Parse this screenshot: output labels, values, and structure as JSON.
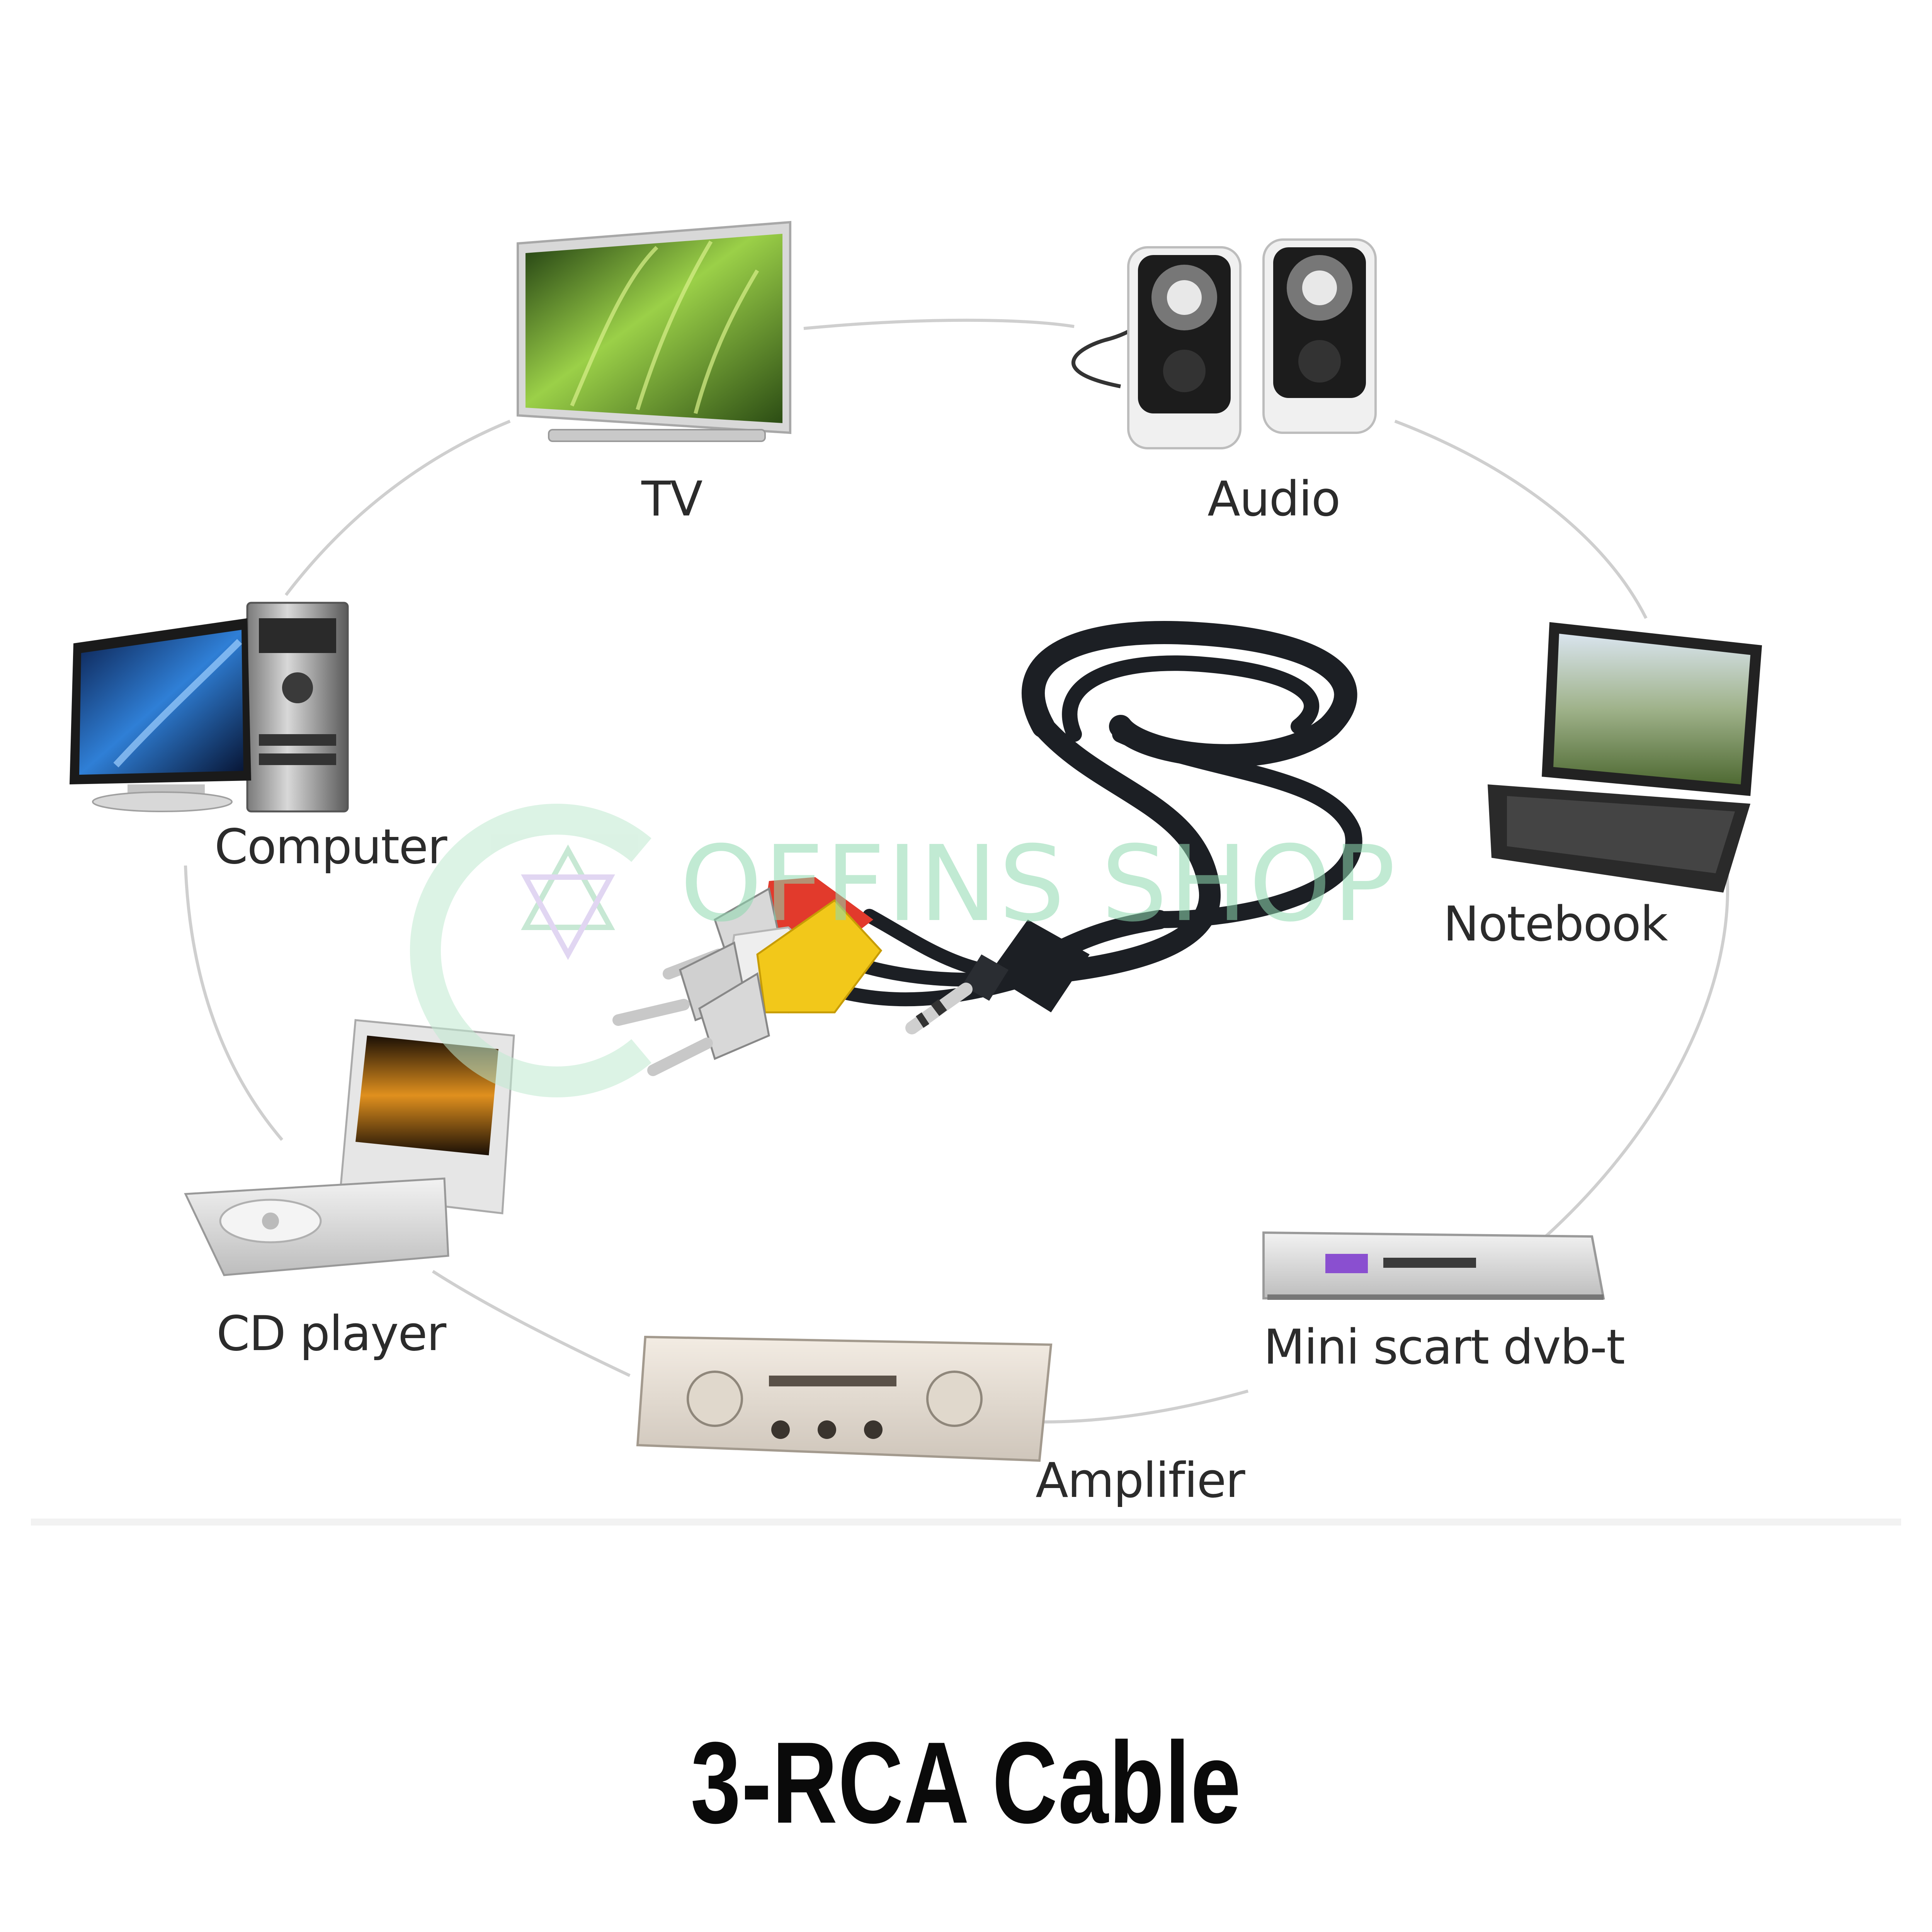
{
  "devices": {
    "tv": "TV",
    "audio": "Audio",
    "computer": "Computer",
    "notebook": "Notebook",
    "cd_player": "CD player",
    "mini_scart": "Mini scart dvb-t",
    "amplifier": "Amplifier"
  },
  "watermark": "OFFINS SHOP",
  "caption": "3-RCA Cable",
  "colors": {
    "plug_red": "#e23a2c",
    "plug_white": "#e8e8e8",
    "plug_yellow": "#f2c81a",
    "cable": "#1c1f24",
    "watermark": "#8fd9b0"
  }
}
